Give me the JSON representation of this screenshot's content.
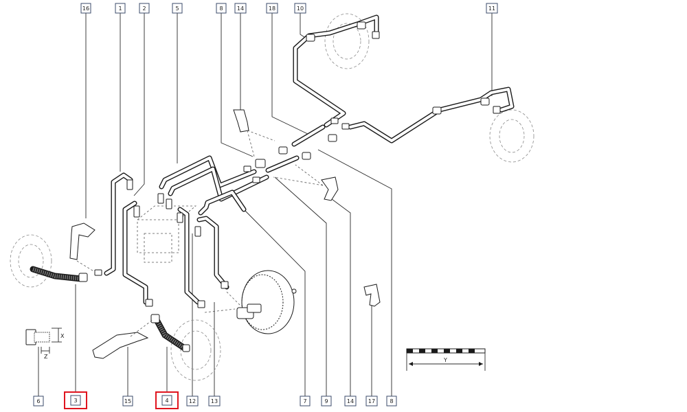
{
  "callouts": [
    {
      "id": "c16",
      "label": "16",
      "highlight": false
    },
    {
      "id": "c1",
      "label": "1",
      "highlight": false
    },
    {
      "id": "c2",
      "label": "2",
      "highlight": false
    },
    {
      "id": "c5",
      "label": "5",
      "highlight": false
    },
    {
      "id": "c8t",
      "label": "8",
      "highlight": false
    },
    {
      "id": "c14t",
      "label": "14",
      "highlight": false
    },
    {
      "id": "c18",
      "label": "18",
      "highlight": false
    },
    {
      "id": "c10",
      "label": "10",
      "highlight": false
    },
    {
      "id": "c11",
      "label": "11",
      "highlight": false
    },
    {
      "id": "c6",
      "label": "6",
      "highlight": false
    },
    {
      "id": "c3",
      "label": "3",
      "highlight": true
    },
    {
      "id": "c15",
      "label": "15",
      "highlight": false
    },
    {
      "id": "c4",
      "label": "4",
      "highlight": true
    },
    {
      "id": "c12",
      "label": "12",
      "highlight": false
    },
    {
      "id": "c13",
      "label": "13",
      "highlight": false
    },
    {
      "id": "c7",
      "label": "7",
      "highlight": false
    },
    {
      "id": "c9",
      "label": "9",
      "highlight": false
    },
    {
      "id": "c14b",
      "label": "14",
      "highlight": false
    },
    {
      "id": "c17",
      "label": "17",
      "highlight": false
    },
    {
      "id": "c8b",
      "label": "8",
      "highlight": false
    }
  ],
  "dimensions": {
    "x_label": "X",
    "z_label": "Z",
    "y_label": "Y"
  },
  "colors": {
    "highlight": "#e0141e",
    "callout_border": "#3a4a6a",
    "line": "#1a1a1a"
  }
}
